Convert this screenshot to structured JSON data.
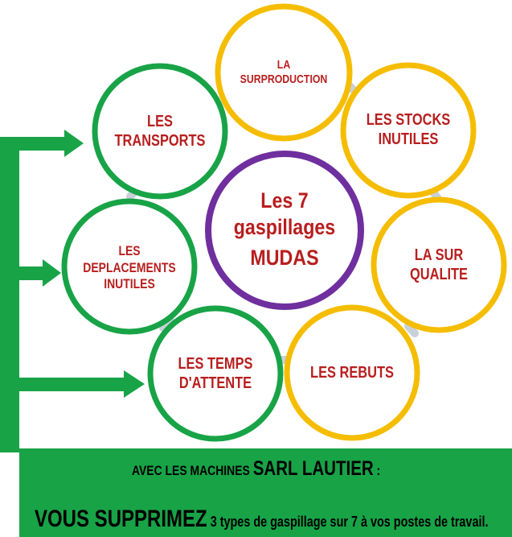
{
  "colors": {
    "green": "#18a347",
    "yellow": "#f5bd02",
    "purple": "#6f2f9e",
    "red_text": "#b81e1e",
    "connector": "#c9d0d8"
  },
  "center": {
    "line1": "Les 7",
    "line2": "gaspillages",
    "line3": "MUDAS"
  },
  "wastes": [
    {
      "line1": "LA",
      "line2": "SURPRODUCTION",
      "ring": "yellow"
    },
    {
      "line1": "LES STOCKS",
      "line2": "INUTILES",
      "ring": "yellow"
    },
    {
      "line1": "LA SUR",
      "line2": "QUALITE",
      "ring": "yellow"
    },
    {
      "line1": "LES REBUTS",
      "line2": "",
      "ring": "yellow"
    },
    {
      "line1": "LES TEMPS",
      "line2": "D'ATTENTE",
      "ring": "green"
    },
    {
      "line1": "LES",
      "line2": "DEPLACEMENTS",
      "line3": "INUTILES",
      "ring": "green"
    },
    {
      "line1": "LES",
      "line2": "TRANSPORTS",
      "ring": "green"
    }
  ],
  "footer": {
    "line1_prefix": "AVEC LES MACHINES ",
    "line1_brand": "SARL LAUTIER",
    "line1_suffix": " :",
    "line2_strong": "VOUS SUPPRIMEZ",
    "line2_rest": " 3 types de gaspillage sur 7 à vos postes de travail."
  }
}
